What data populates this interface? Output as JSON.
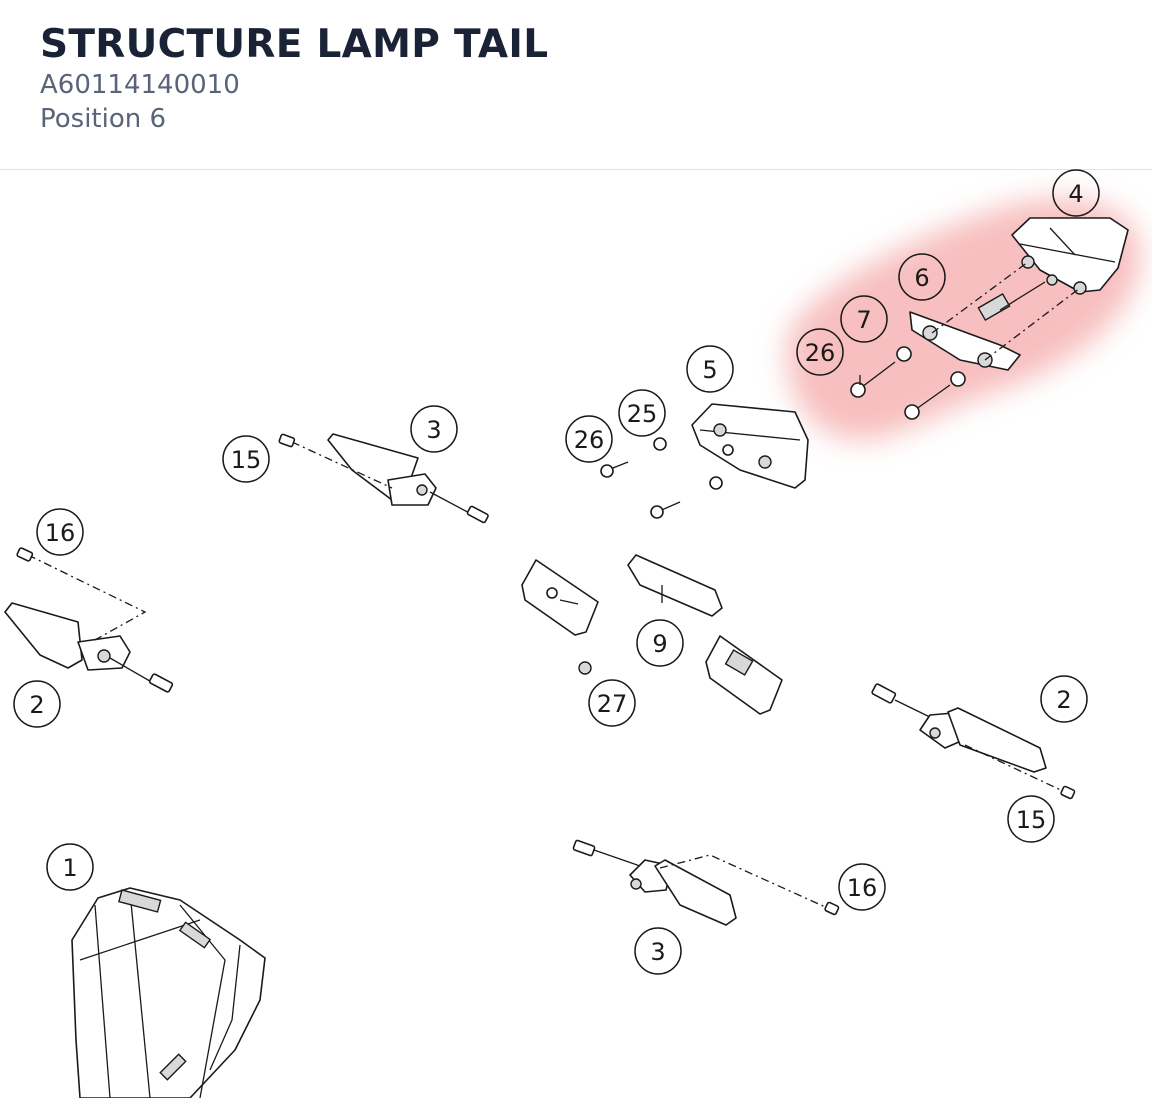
{
  "header": {
    "title": "STRUCTURE LAMP TAIL",
    "part_code": "A60114140010",
    "position": "Position 6"
  },
  "highlight": {
    "color": "#f08080",
    "position_number": "6"
  },
  "callouts": [
    {
      "id": "c4",
      "label": "4"
    },
    {
      "id": "c6",
      "label": "6"
    },
    {
      "id": "c7",
      "label": "7"
    },
    {
      "id": "c26a",
      "label": "26"
    },
    {
      "id": "c5",
      "label": "5"
    },
    {
      "id": "c25",
      "label": "25"
    },
    {
      "id": "c26b",
      "label": "26"
    },
    {
      "id": "c3a",
      "label": "3"
    },
    {
      "id": "c15a",
      "label": "15"
    },
    {
      "id": "c16a",
      "label": "16"
    },
    {
      "id": "c2a",
      "label": "2"
    },
    {
      "id": "c9",
      "label": "9"
    },
    {
      "id": "c27",
      "label": "27"
    },
    {
      "id": "c2b",
      "label": "2"
    },
    {
      "id": "c15b",
      "label": "15"
    },
    {
      "id": "c1",
      "label": "1"
    },
    {
      "id": "c16b",
      "label": "16"
    },
    {
      "id": "c3b",
      "label": "3"
    }
  ]
}
